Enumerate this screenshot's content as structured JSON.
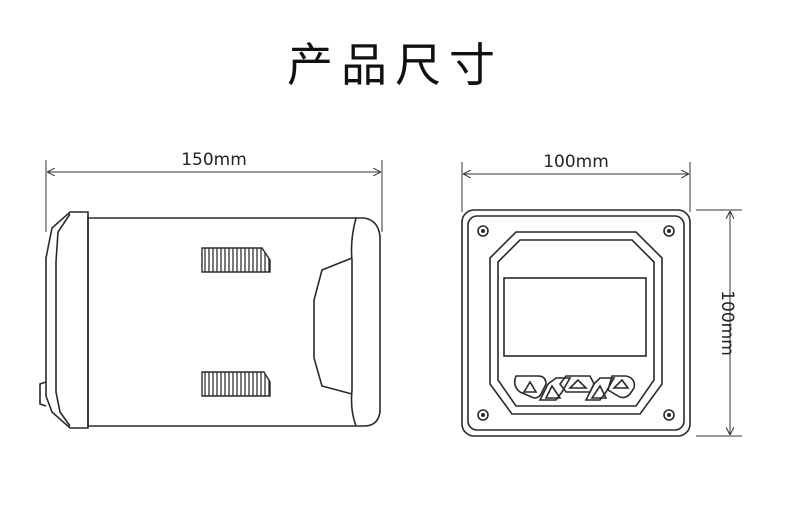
{
  "title": "产品尺寸",
  "dimensions": {
    "side_width": "150mm",
    "front_width": "100mm",
    "front_height": "100mm"
  },
  "colors": {
    "line": "#2a2a2a",
    "background": "#ffffff"
  },
  "icons": {
    "front_buttons": [
      "triangle-up-icon",
      "triangle-up-icon",
      "triangle-up-icon",
      "triangle-up-icon"
    ]
  }
}
